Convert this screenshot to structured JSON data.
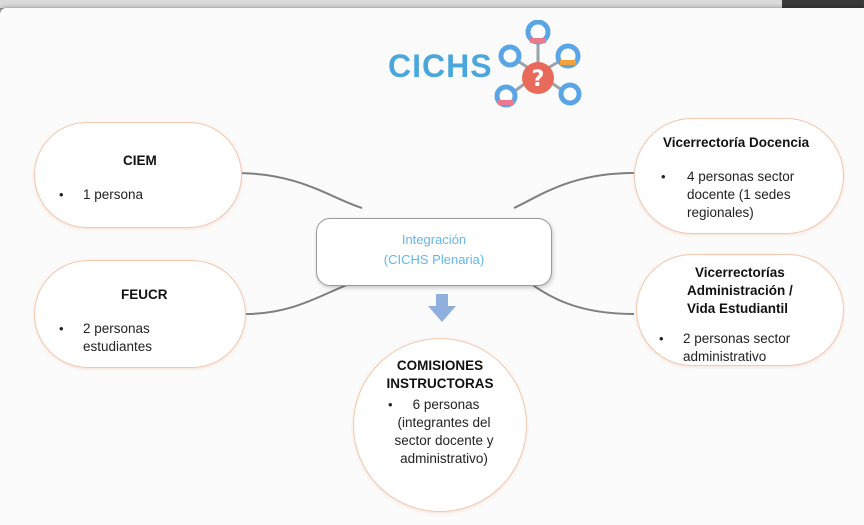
{
  "logo": {
    "text": "CICHS",
    "icon": "network-question-icon",
    "colors": {
      "text": "#4aa7dc",
      "center": "#e86a5a",
      "node_blue": "#5aa5e6",
      "node_orange": "#f2a23a",
      "node_pink": "#e87c8e"
    }
  },
  "center": {
    "line1": "Integración",
    "line2": "(CICHS Plenaria)"
  },
  "nodes": {
    "ciem": {
      "title": "CIEM",
      "bullet": "•",
      "item": "1 persona"
    },
    "feucr": {
      "title": "FEUCR",
      "bullet": "•",
      "item_lines": [
        "2 personas",
        "estudiantes"
      ]
    },
    "docencia": {
      "title": "Vicerrectoría Docencia",
      "bullet": "•",
      "item_lines": [
        "4 personas sector",
        "docente (1 sedes",
        "regionales)"
      ]
    },
    "administracion": {
      "title_lines": [
        "Vicerrectorías",
        "Administración /",
        "Vida Estudiantil"
      ],
      "bullet": "•",
      "item_lines": [
        "2 personas sector",
        "administrativo"
      ]
    },
    "comisiones": {
      "title_lines": [
        "COMISIONES",
        "INSTRUCTORAS"
      ],
      "bullet": "•",
      "item_lines": [
        "6 personas",
        "(integrantes del",
        "sector docente y",
        "administrativo)"
      ]
    }
  },
  "colors": {
    "oval_border": "#f2c9b0",
    "center_text": "#62b7ec",
    "connector": "#7f7f7f",
    "arrow": "#8fb0dc"
  }
}
